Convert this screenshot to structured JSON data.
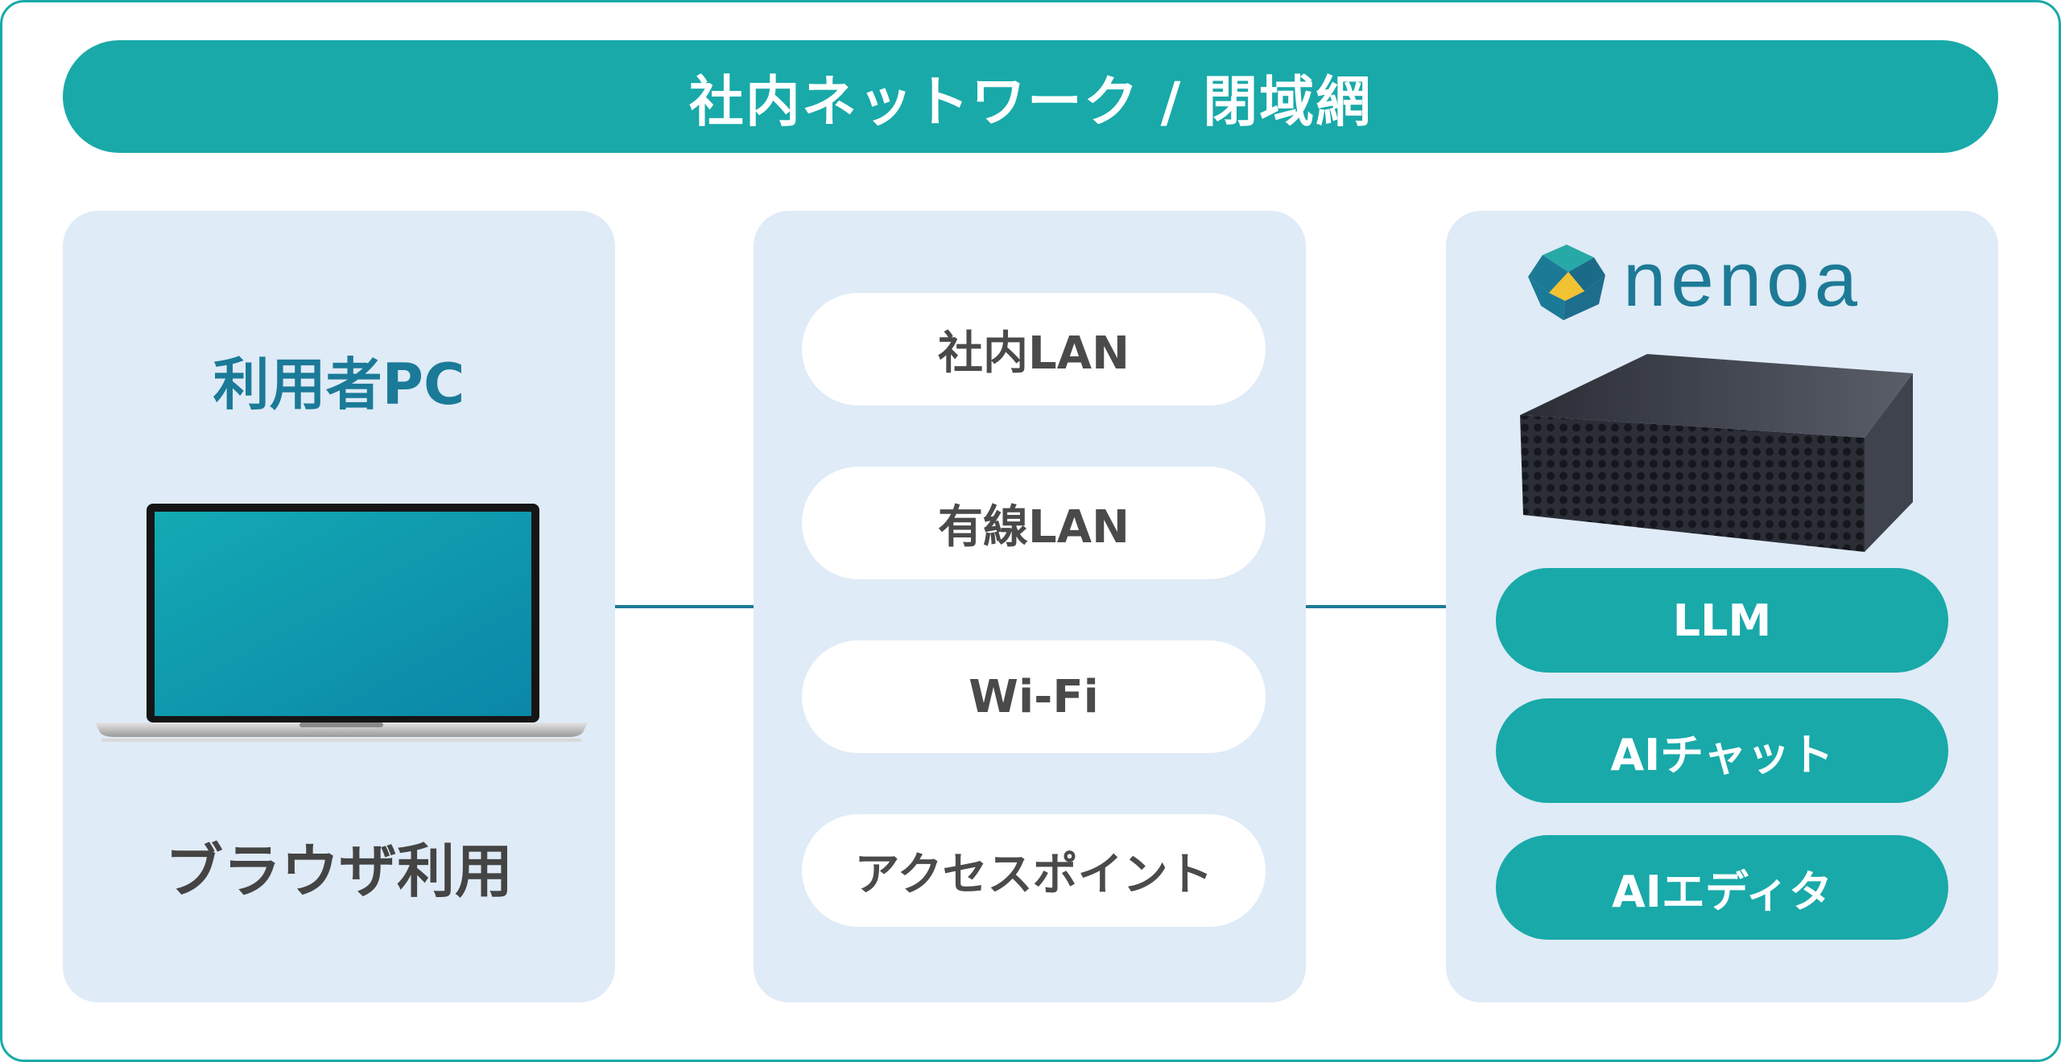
{
  "header": {
    "title": "社内ネットワーク / 閉域網"
  },
  "left_panel": {
    "title": "利用者PC",
    "caption": "ブラウザ利用"
  },
  "middle_panel": {
    "items": [
      {
        "label": "社内LAN"
      },
      {
        "label": "有線LAN"
      },
      {
        "label": "Wi-Fi"
      },
      {
        "label": "アクセスポイント"
      }
    ]
  },
  "right_panel": {
    "logo_text": "nenoa",
    "features": [
      {
        "label": "LLM"
      },
      {
        "label": "AIチャット"
      },
      {
        "label": "AIエディタ"
      }
    ]
  },
  "colors": {
    "teal": "#19a9a9",
    "panel_bg": "#dfebf6",
    "dark_blue": "#1b7a98",
    "text_gray": "#444444"
  },
  "icons": [
    "laptop-icon",
    "nenoa-logo-icon",
    "server-device-icon"
  ]
}
